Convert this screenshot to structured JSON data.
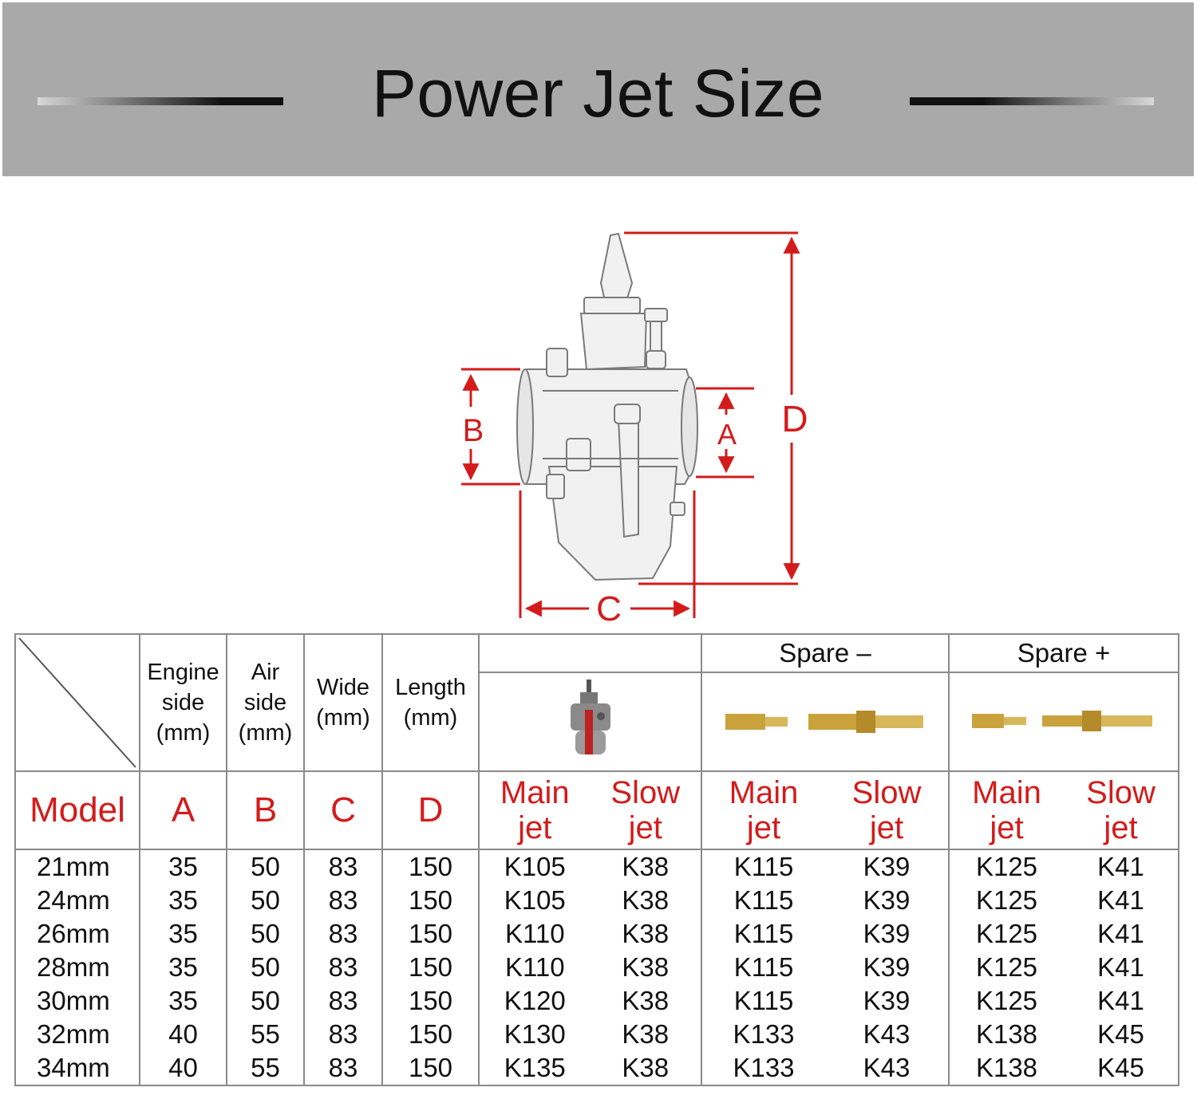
{
  "header": {
    "title": "Power Jet Size"
  },
  "diagram": {
    "labels": {
      "a": "A",
      "b": "B",
      "c": "C",
      "d": "D"
    },
    "icon": "carburetor-image"
  },
  "table": {
    "dimension_headers": [
      {
        "line1": "Engine",
        "line2": "side",
        "line3": "(mm)"
      },
      {
        "line1": "Air",
        "line2": "side",
        "line3": "(mm)"
      },
      {
        "line1": "Wide",
        "line2": "",
        "line3": "(mm)"
      },
      {
        "line1": "Length",
        "line2": "",
        "line3": "(mm)"
      }
    ],
    "spare_minus": "Spare –",
    "spare_plus": "Spare +",
    "model_label": "Model",
    "letters": [
      "A",
      "B",
      "C",
      "D"
    ],
    "jet_labels": {
      "main_1": "Main",
      "main_2": "jet",
      "slow_1": "Slow",
      "slow_2": "jet"
    },
    "rows": [
      {
        "model": "21mm",
        "a": "35",
        "b": "50",
        "c": "83",
        "d": "150",
        "main": "K105",
        "slow": "K38",
        "sm_main": "K115",
        "sm_slow": "K39",
        "sp_main": "K125",
        "sp_slow": "K41"
      },
      {
        "model": "24mm",
        "a": "35",
        "b": "50",
        "c": "83",
        "d": "150",
        "main": "K105",
        "slow": "K38",
        "sm_main": "K115",
        "sm_slow": "K39",
        "sp_main": "K125",
        "sp_slow": "K41"
      },
      {
        "model": "26mm",
        "a": "35",
        "b": "50",
        "c": "83",
        "d": "150",
        "main": "K110",
        "slow": "K38",
        "sm_main": "K115",
        "sm_slow": "K39",
        "sp_main": "K125",
        "sp_slow": "K41"
      },
      {
        "model": "28mm",
        "a": "35",
        "b": "50",
        "c": "83",
        "d": "150",
        "main": "K110",
        "slow": "K38",
        "sm_main": "K115",
        "sm_slow": "K39",
        "sp_main": "K125",
        "sp_slow": "K41"
      },
      {
        "model": "30mm",
        "a": "35",
        "b": "50",
        "c": "83",
        "d": "150",
        "main": "K120",
        "slow": "K38",
        "sm_main": "K115",
        "sm_slow": "K39",
        "sp_main": "K125",
        "sp_slow": "K41"
      },
      {
        "model": "32mm",
        "a": "40",
        "b": "55",
        "c": "83",
        "d": "150",
        "main": "K130",
        "slow": "K38",
        "sm_main": "K133",
        "sm_slow": "K43",
        "sp_main": "K138",
        "sp_slow": "K45"
      },
      {
        "model": "34mm",
        "a": "40",
        "b": "55",
        "c": "83",
        "d": "150",
        "main": "K135",
        "slow": "K38",
        "sm_main": "K133",
        "sm_slow": "K43",
        "sp_main": "K138",
        "sp_slow": "K45"
      }
    ]
  },
  "colors": {
    "banner": "#a9a9a9",
    "accent_red": "#d31b1b",
    "brass": "#c9a23c"
  }
}
